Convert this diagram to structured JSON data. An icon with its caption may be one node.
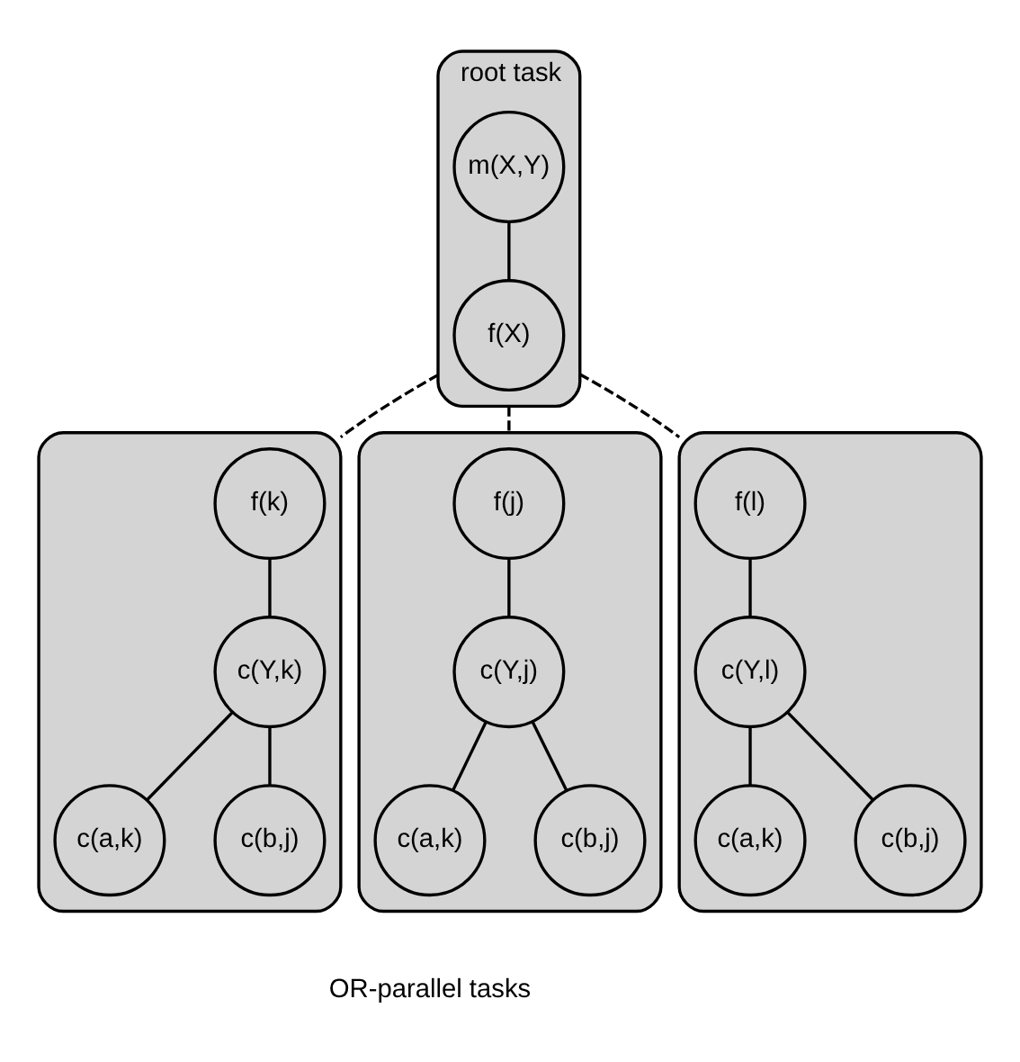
{
  "diagram": {
    "nodes": [
      {
        "text": [],
        "shape": "box",
        "beside": [
          "root task"
        ]
      },
      {
        "text": [
          "m(X,Y)"
        ],
        "in": 0
      },
      {
        "text": [
          "f(X)"
        ],
        "in": 0
      },
      {
        "text": [],
        "shape": "box"
      },
      {
        "text": [
          "f(k)"
        ],
        "in": 3
      },
      {
        "text": [
          "c(Y,k)"
        ],
        "in": 3
      },
      {
        "text": [
          "c(a,k)"
        ],
        "in": 3
      },
      {
        "text": [
          "c(b,j)"
        ],
        "in": 3
      },
      {
        "text": [],
        "shape": "box"
      },
      {
        "text": [
          "f(j)"
        ],
        "in": 8
      },
      {
        "text": [
          "c(Y,j)"
        ],
        "in": 8
      },
      {
        "text": [
          "c(a,k)"
        ],
        "in": 8
      },
      {
        "text": [
          "c(b,j)"
        ],
        "in": 8
      },
      {
        "text": [],
        "shape": "box"
      },
      {
        "text": [
          "f(l)"
        ],
        "in": 13
      },
      {
        "text": [
          "c(Y,l)"
        ],
        "in": 13
      },
      {
        "text": [
          "c(a,k)"
        ],
        "in": 13
      },
      {
        "text": [
          "c(b,j)"
        ],
        "in": 13
      }
    ],
    "edges": [
      {
        "from": 1,
        "to": 2,
        "arrow": "none"
      },
      {
        "from": 0,
        "to": 3,
        "arrow": "none",
        "style": "dashed"
      },
      {
        "from": 0,
        "to": 8,
        "arrow": "none",
        "style": "dashed"
      },
      {
        "from": 0,
        "to": 13,
        "arrow": "none",
        "style": "dashed"
      },
      {
        "from": 4,
        "to": 5,
        "arrow": "none"
      },
      {
        "from": 5,
        "to": 6,
        "arrow": "none"
      },
      {
        "from": 5,
        "to": 7,
        "arrow": "none"
      },
      {
        "from": 9,
        "to": 10,
        "arrow": "none"
      },
      {
        "from": 10,
        "to": 11,
        "arrow": "none"
      },
      {
        "from": 10,
        "to": 12,
        "arrow": "none"
      },
      {
        "from": 14,
        "to": 15,
        "arrow": "none"
      },
      {
        "from": 15,
        "to": 16,
        "arrow": "none"
      },
      {
        "from": 15,
        "to": 17,
        "arrow": "none"
      }
    ],
    "labels": [
      "OR-parallel tasks"
    ]
  }
}
